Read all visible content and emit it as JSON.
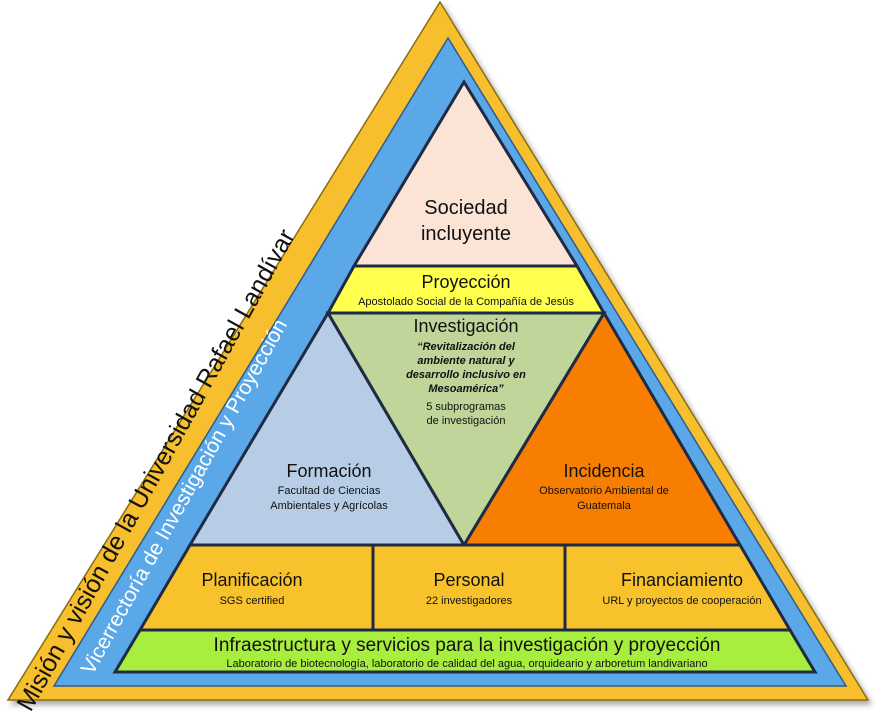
{
  "outer_label": "Misión y visión de la Universidad Rafael Landívar",
  "inner_label": "Vicerrectoría de Investigación y Proyección",
  "sociedad": {
    "line1": "Sociedad",
    "line2": "incluyente"
  },
  "proyeccion": {
    "title": "Proyección",
    "subtitle": "Apostolado Social de la Compañía de Jesús"
  },
  "investigacion": {
    "title": "Investigación",
    "quote_lines": [
      "“Revitalización del",
      "ambiente natural y",
      "desarrollo inclusivo en",
      "Mesoamérica”"
    ],
    "detail_lines": [
      "5 subprogramas",
      "de investigación"
    ]
  },
  "formacion": {
    "title": "Formación",
    "lines": [
      "Facultad de Ciencias",
      "Ambientales y Agrícolas"
    ]
  },
  "incidencia": {
    "title": "Incidencia",
    "lines": [
      "Observatorio Ambiental de",
      "Guatemala"
    ]
  },
  "planificacion": {
    "title": "Planificación",
    "subtitle": "SGS certified"
  },
  "personal": {
    "title": "Personal",
    "subtitle": "22 investigadores"
  },
  "financiamiento": {
    "title": "Financiamiento",
    "subtitle": "URL  y proyectos de cooperación"
  },
  "infraestructura": {
    "title": "Infraestructura y servicios para la investigación y proyección",
    "subtitle": "Laboratorio de biotecnología, laboratorio de calidad del agua, orquideario y arboretum landivariano"
  },
  "colors": {
    "outer_gold": "#F7BE2F",
    "inner_blue": "#5BA8E8",
    "sociedad": "#FBE3D6",
    "proyeccion": "#FFFF4D",
    "investigacion": "#BFD59A",
    "formacion": "#B7CDE5",
    "incidencia": "#F77E00",
    "pillars": "#F8C22D",
    "infra": "#A8EE3F",
    "stroke": "#1F2A44"
  }
}
